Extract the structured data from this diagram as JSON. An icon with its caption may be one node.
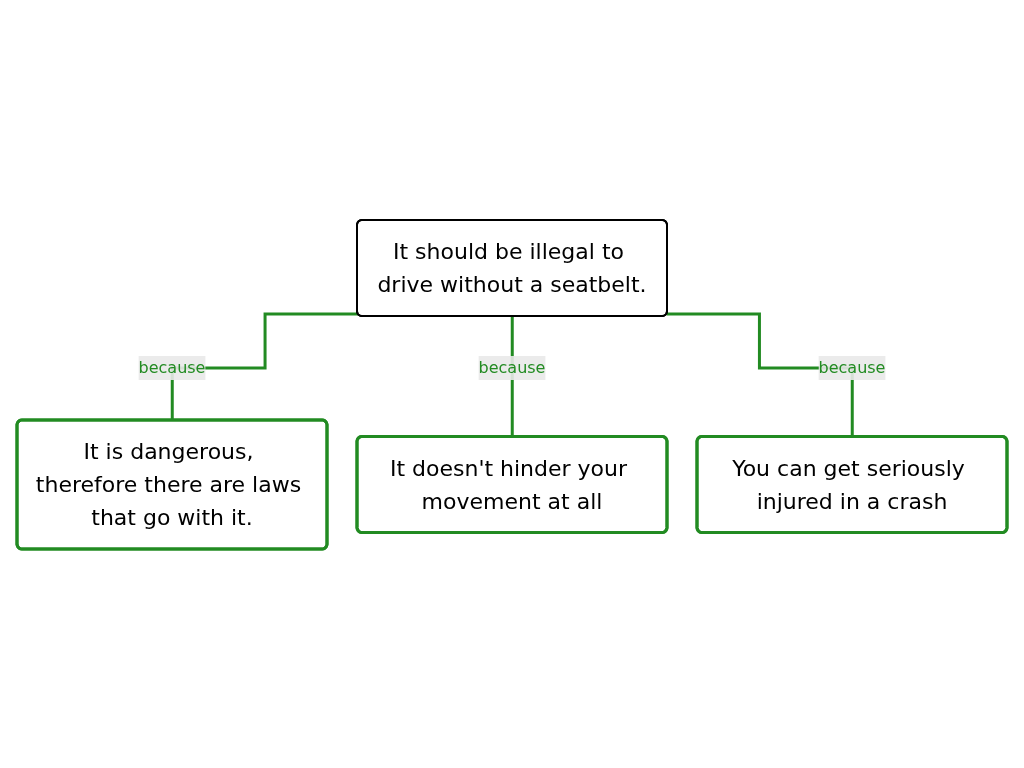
{
  "diagram": {
    "nodes": [
      {
        "text": [
          "It should be illegal to drive without a seatbelt."
        ]
      },
      {
        "text": [
          "It is dangerous, therefore there are laws that go with it."
        ]
      },
      {
        "text": [
          "It doesn't hinder your movement at all"
        ]
      },
      {
        "text": [
          "You can get seriously injured in a crash"
        ]
      }
    ],
    "edges": [
      {
        "from": 0,
        "to": 1,
        "arrow": "none",
        "label": "because"
      },
      {
        "from": 0,
        "to": 2,
        "arrow": "none",
        "label": "because"
      },
      {
        "from": 0,
        "to": 3,
        "arrow": "none",
        "label": "because"
      }
    ]
  }
}
